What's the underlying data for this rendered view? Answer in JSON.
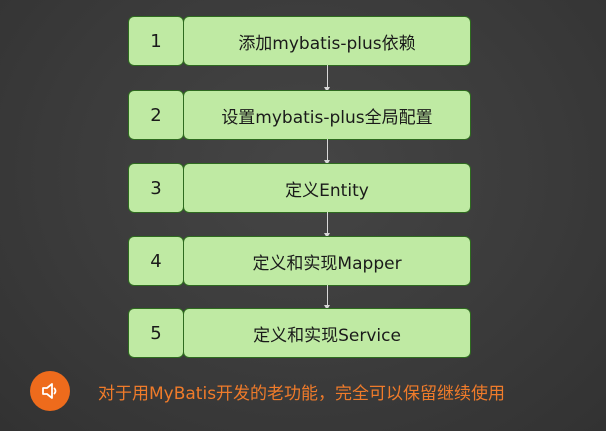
{
  "steps": [
    {
      "number": "1",
      "label": "添加mybatis-plus依赖"
    },
    {
      "number": "2",
      "label": "设置mybatis-plus全局配置"
    },
    {
      "number": "3",
      "label": "定义Entity"
    },
    {
      "number": "4",
      "label": "定义和实现Mapper"
    },
    {
      "number": "5",
      "label": "定义和实现Service"
    }
  ],
  "caption": {
    "icon": "speaker-icon",
    "text": "对于用MyBatis开发的老功能，完全可以保留继续使用"
  },
  "colors": {
    "box_fill": "#bfeaa3",
    "box_border": "#2e6b1f",
    "caption_text": "#f07b2a",
    "speaker_bg": "#ee6b1c"
  }
}
